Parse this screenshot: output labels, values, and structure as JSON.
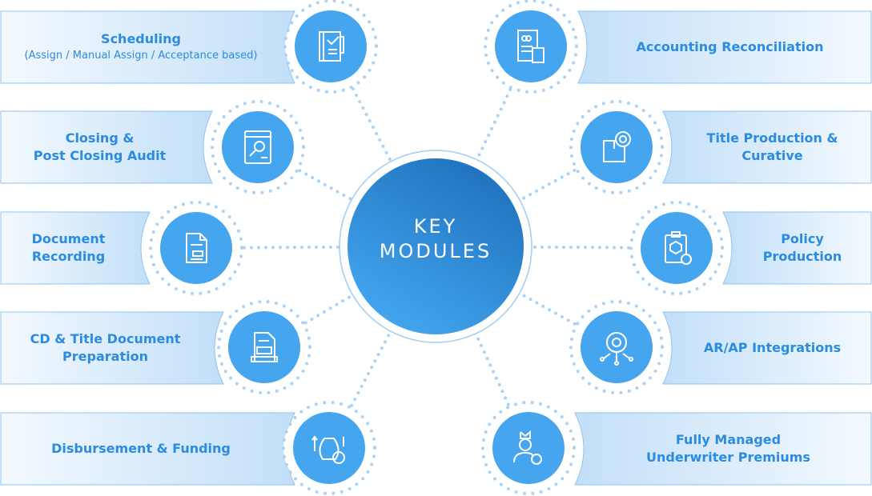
{
  "center": {
    "line1": "KEY",
    "line2": "MODULES"
  },
  "colors": {
    "accent": "#2b8be0",
    "icon_fill": "#46a5ef",
    "center_dark": "#1e74c0",
    "center_light": "#43a6f0",
    "box_light": "#f2f8fe",
    "box_dark": "#c4e0f9",
    "dots": "#a9d2f5"
  },
  "modules": [
    {
      "title": "Scheduling",
      "subtitle": "(Assign / Manual Assign / Acceptance based)",
      "icon": "checklist-notebook-icon"
    },
    {
      "title": "Closing &",
      "title2": "Post Closing Audit",
      "icon": "window-search-audit-icon"
    },
    {
      "title": "Document",
      "title2": "Recording",
      "icon": "document-file-icon"
    },
    {
      "title": "CD & Title Document",
      "title2": "Preparation",
      "icon": "cd-document-icon"
    },
    {
      "title": "Disbursement & Funding",
      "icon": "money-bag-coins-icon"
    },
    {
      "title": "Accounting Reconciliation",
      "icon": "invoice-calculator-icon"
    },
    {
      "title": "Title Production &",
      "title2": "Curative",
      "icon": "box-badge-icon"
    },
    {
      "title": "Policy",
      "title2": "Production",
      "icon": "clipboard-cube-gear-icon"
    },
    {
      "title": "AR/AP Integrations",
      "icon": "gear-network-icon"
    },
    {
      "title": "Fully Managed",
      "title2": "Underwriter Premiums",
      "icon": "user-crown-gear-icon"
    }
  ]
}
